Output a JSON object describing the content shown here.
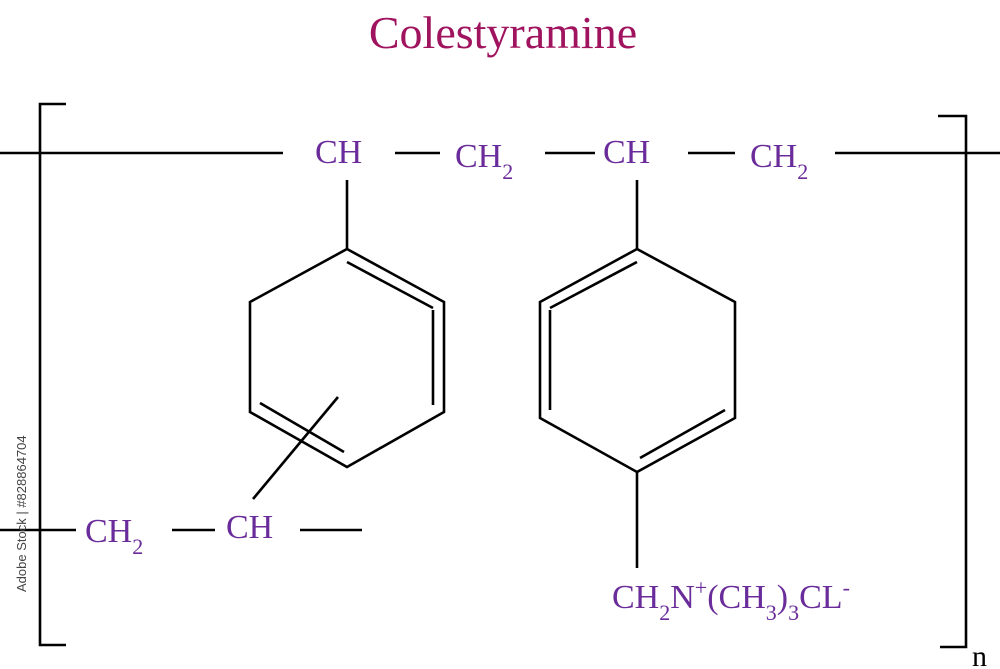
{
  "title": "Colestyramine",
  "chain": {
    "atom1": "CH",
    "atom2_base": "CH",
    "atom2_sub": "2",
    "atom3": "CH",
    "atom4_base": "CH",
    "atom4_sub": "2"
  },
  "lower_chain": {
    "atom1_base": "CH",
    "atom1_sub": "2",
    "atom2": "CH"
  },
  "substituent": {
    "p1": "CH",
    "s1": "2",
    "p2": "N",
    "sup1": "+",
    "p3": "(CH",
    "s2": "3",
    "p4": ")",
    "s3": "3",
    "p5": "CL",
    "sup2": "-"
  },
  "repeat_label": "n",
  "side_text": "Adobe Stock | #828864704",
  "colors": {
    "title": "#a0135e",
    "atoms": "#6a2c9a",
    "bonds": "#000000"
  }
}
